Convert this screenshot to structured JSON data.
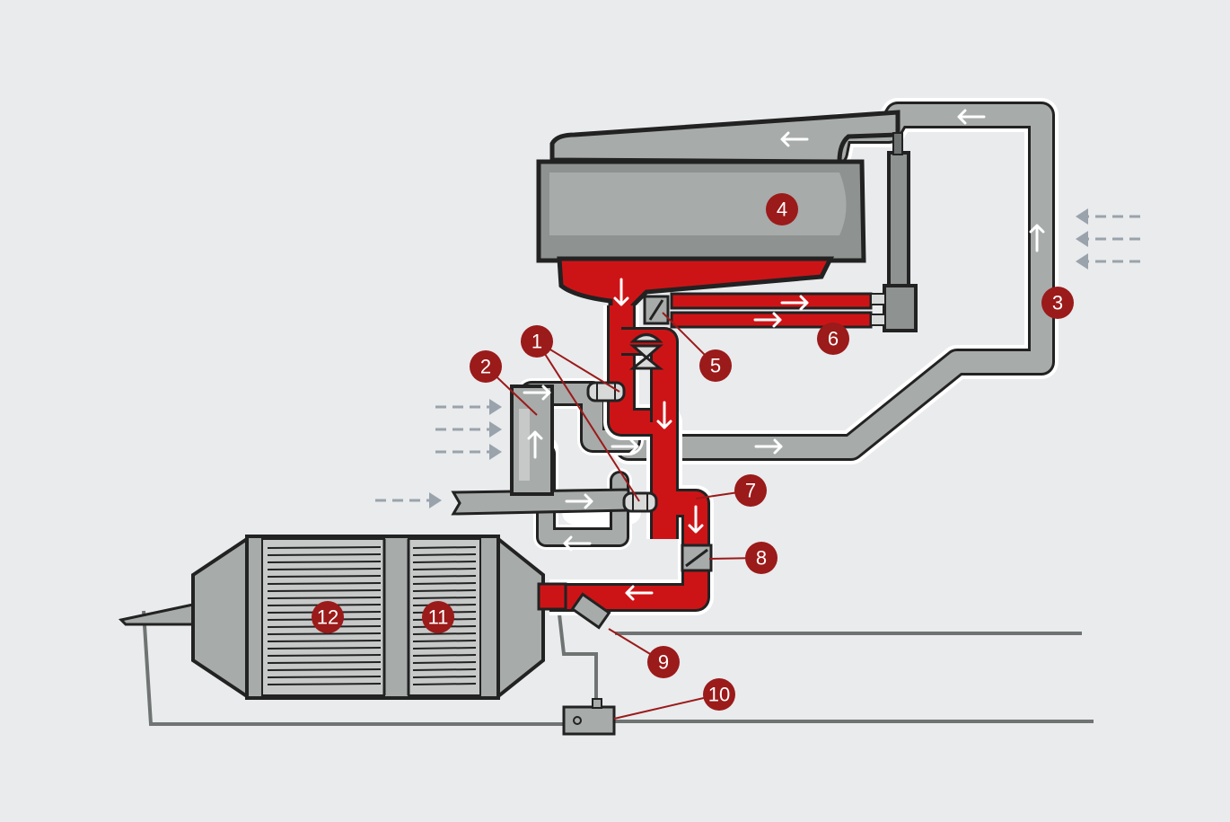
{
  "diagram": {
    "colors": {
      "background": "#e9ebed",
      "exhaust_red": "#cc1417",
      "fresh_air_gray": "#a7abaa",
      "component_gray": "#8e9291",
      "outline": "#222222",
      "marker": "#9b1a1a",
      "leader_line": "#9b1a1a",
      "arrow": "#ffffff",
      "incoming_air_arrow": "#9aa3ab"
    },
    "icons": [
      "arrow-icon",
      "turbocharger-icon",
      "sensor-icon",
      "valve-icon",
      "throttle-flap-icon"
    ],
    "markers": [
      {
        "id": "1",
        "label": "1"
      },
      {
        "id": "2",
        "label": "2"
      },
      {
        "id": "3",
        "label": "3"
      },
      {
        "id": "4",
        "label": "4"
      },
      {
        "id": "5",
        "label": "5"
      },
      {
        "id": "6",
        "label": "6"
      },
      {
        "id": "7",
        "label": "7"
      },
      {
        "id": "8",
        "label": "8"
      },
      {
        "id": "9",
        "label": "9"
      },
      {
        "id": "10",
        "label": "10"
      },
      {
        "id": "11",
        "label": "11"
      },
      {
        "id": "12",
        "label": "12"
      }
    ]
  }
}
